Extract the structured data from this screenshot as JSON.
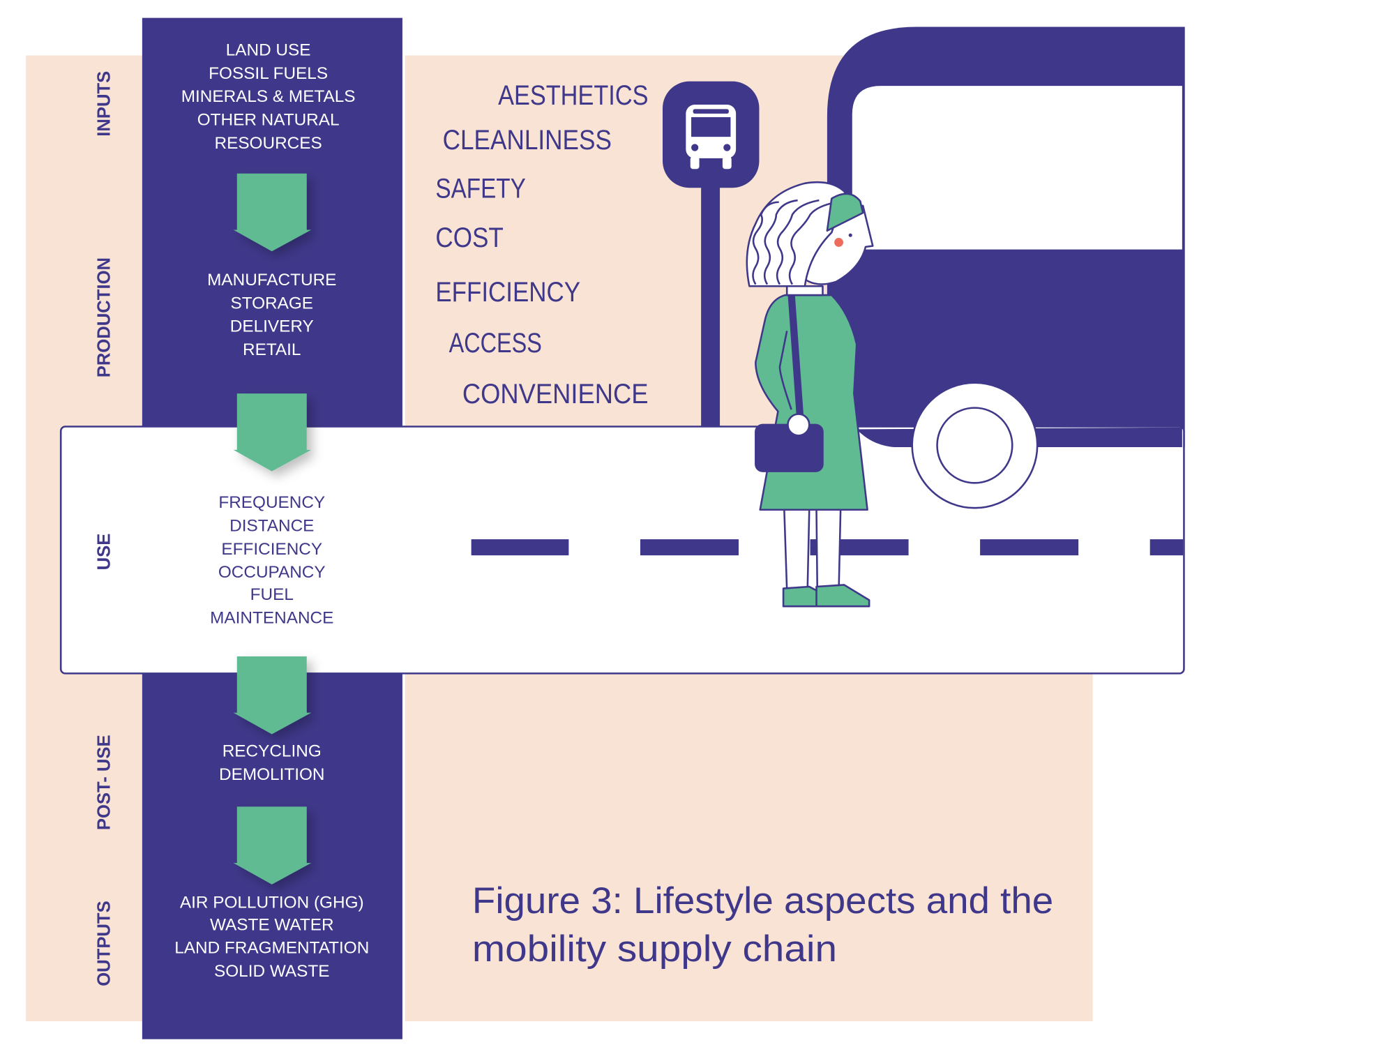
{
  "colors": {
    "navy": "#3f388a",
    "peach": "#f9e3d4",
    "green": "#60ba92",
    "cheek": "#ef6b5b"
  },
  "stages": [
    {
      "label": "INPUTS",
      "items": [
        "LAND USE",
        "FOSSIL FUELS",
        "MINERALS & METALS",
        "OTHER NATURAL",
        "RESOURCES"
      ]
    },
    {
      "label": "PRODUCTION",
      "items": [
        "MANUFACTURE",
        "STORAGE",
        "DELIVERY",
        "RETAIL"
      ]
    },
    {
      "label": "USE",
      "items": [
        "FREQUENCY",
        "DISTANCE",
        "EFFICIENCY",
        "OCCUPANCY",
        "FUEL",
        "MAINTENANCE"
      ]
    },
    {
      "label": "POST- USE",
      "items": [
        "RECYCLING",
        "DEMOLITION"
      ]
    },
    {
      "label": "OUTPUTS",
      "items": [
        "AIR POLLUTION (GHG)",
        "WASTE WATER",
        "LAND FRAGMENTATION",
        "SOLID WASTE"
      ]
    }
  ],
  "lifestyle_aspects": [
    "AESTHETICS",
    "CLEANLINESS",
    "SAFETY",
    "COST",
    "EFFICIENCY",
    "ACCESS",
    "CONVENIENCE"
  ],
  "caption": {
    "line1": "Figure 3: Lifestyle aspects and the",
    "line2": "mobility supply chain"
  },
  "icons": [
    "bus-stop-sign-icon",
    "bus-icon",
    "woman-illustration",
    "arrow-down-icon"
  ]
}
